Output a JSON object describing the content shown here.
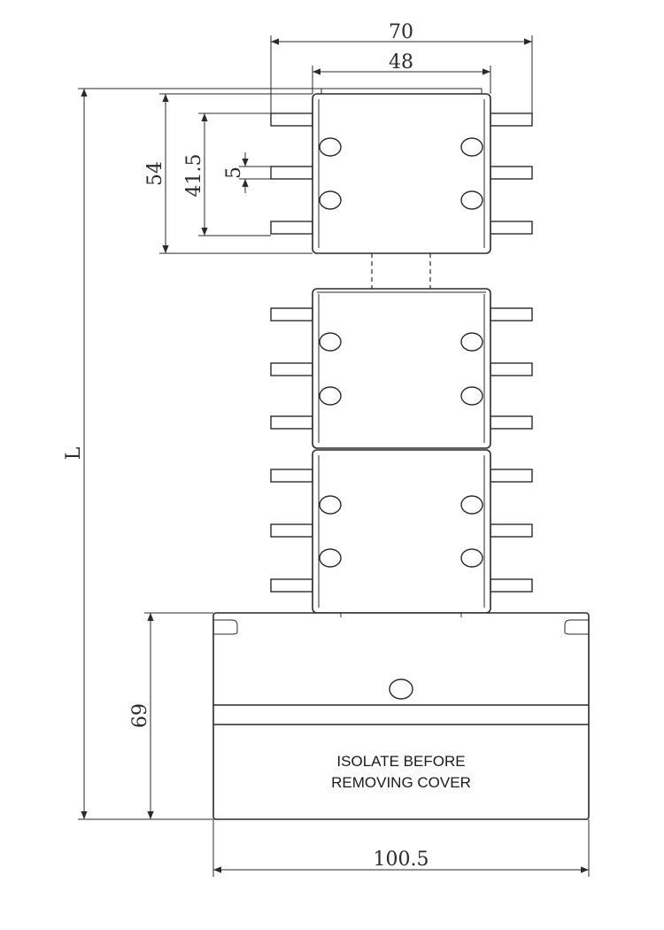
{
  "dimensions": {
    "overall_pin_span": "70",
    "module_width": "48",
    "module_height": "54",
    "hole_span": "41.5",
    "small_gap": "5",
    "total_length": "L",
    "base_height": "69",
    "base_width": "100.5"
  },
  "base_label": {
    "line1": "ISOLATE BEFORE",
    "line2": "REMOVING COVER"
  }
}
